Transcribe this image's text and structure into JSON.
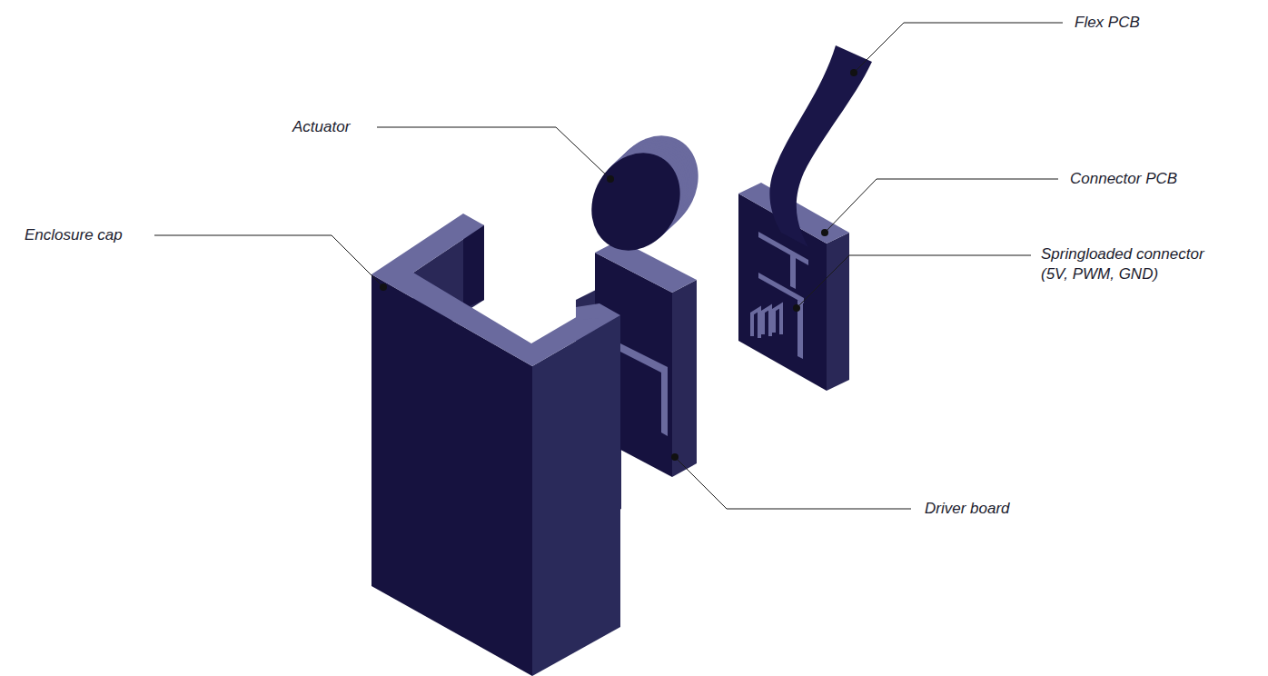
{
  "diagram": {
    "labels": [
      "Flex PCB",
      "Actuator",
      "Connector PCB",
      "Enclosure cap",
      "Springloaded connector (5V, PWM, GND)",
      "Driver board"
    ]
  }
}
